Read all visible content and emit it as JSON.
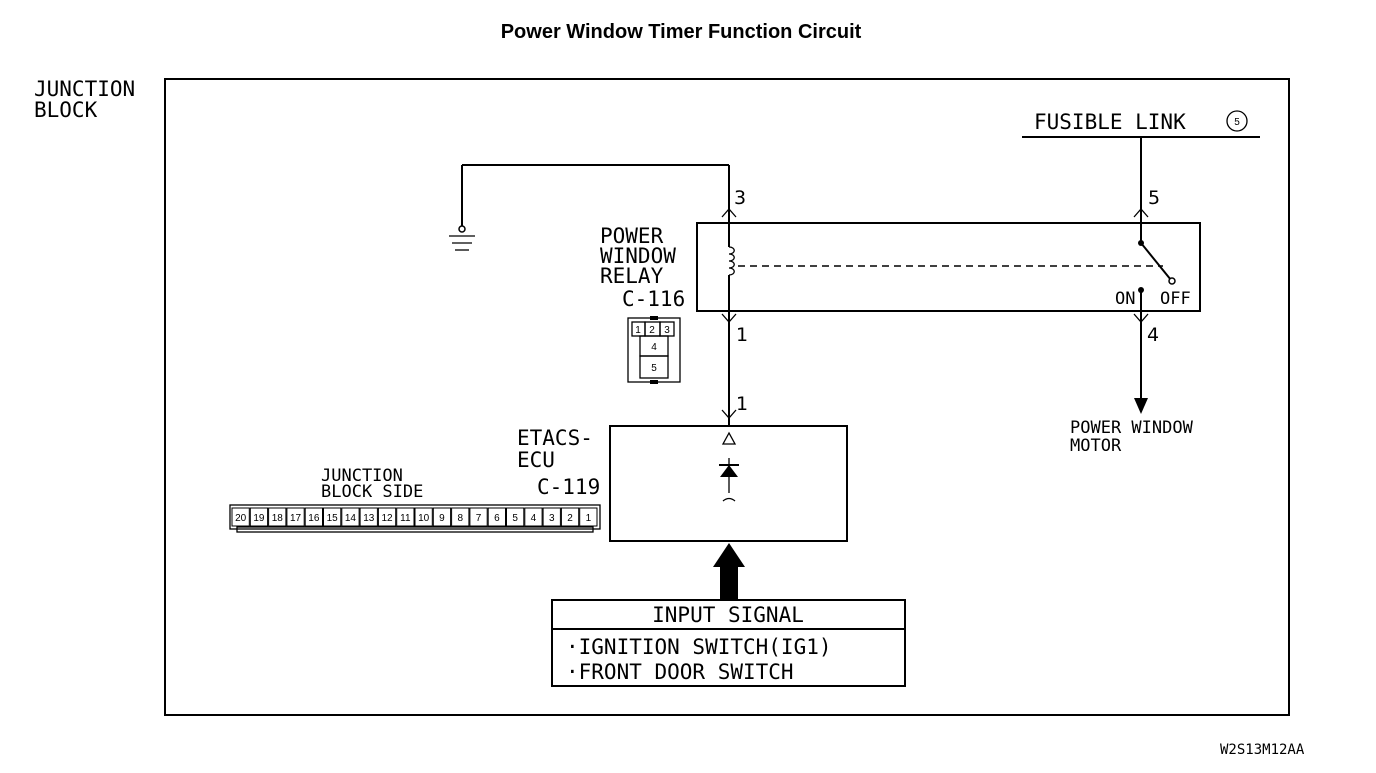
{
  "title": "Power Window Timer Function Circuit",
  "junction_block": {
    "line1": "JUNCTION",
    "line2": "BLOCK"
  },
  "fusible_link": {
    "label": "FUSIBLE LINK",
    "number": "5"
  },
  "relay": {
    "line1": "POWER",
    "line2": "WINDOW",
    "line3": "RELAY",
    "connector": "C-116",
    "connector_pins": [
      "1",
      "2",
      "3",
      "4",
      "5"
    ],
    "pin_top_left": "3",
    "pin_bottom_left": "1",
    "pin_top_right": "5",
    "pin_bottom_right": "4",
    "switch_on": "ON",
    "switch_off": "OFF"
  },
  "ecu": {
    "line1": "ETACS-",
    "line2": "ECU",
    "connector": "C-119",
    "pin_top": "1"
  },
  "junction_block_side": {
    "line1": "JUNCTION",
    "line2": "BLOCK SIDE",
    "pins": [
      "20",
      "19",
      "18",
      "17",
      "16",
      "15",
      "14",
      "13",
      "12",
      "11",
      "10",
      "9",
      "8",
      "7",
      "6",
      "5",
      "4",
      "3",
      "2",
      "1"
    ]
  },
  "motor": {
    "line1": "POWER WINDOW",
    "line2": "MOTOR"
  },
  "input_signal": {
    "header": "INPUT SIGNAL",
    "items": [
      "·IGNITION SWITCH(IG1)",
      "·FRONT DOOR SWITCH"
    ]
  },
  "figure_code": "W2S13M12AA"
}
